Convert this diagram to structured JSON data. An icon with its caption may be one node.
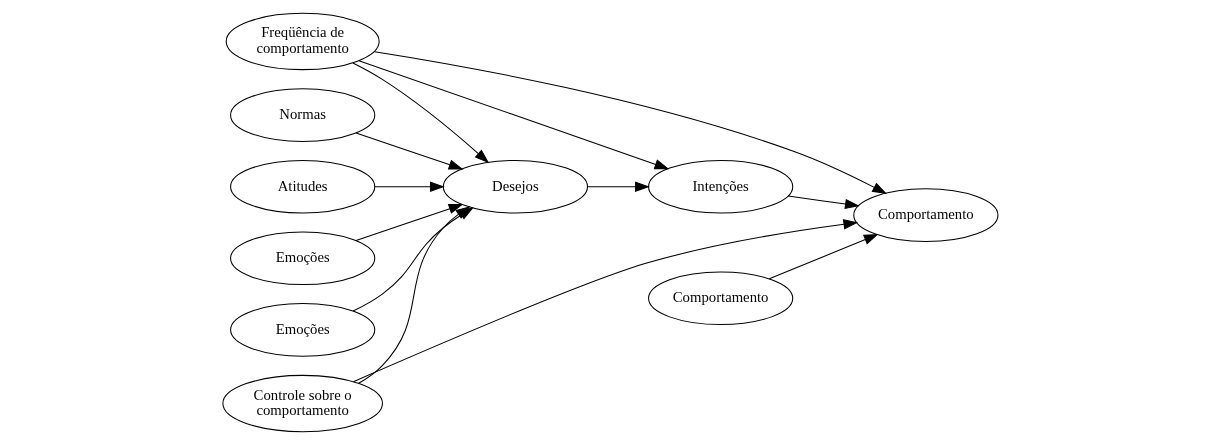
{
  "diagram": {
    "nodes": [
      {
        "text": [
          "Atitudes"
        ]
      },
      {
        "text": [
          "Emoções"
        ]
      },
      {
        "text": [
          "Emoções"
        ]
      },
      {
        "text": [
          "Normas"
        ]
      },
      {
        "text": [
          "Freqüência de comportamento"
        ]
      },
      {
        "text": [
          "Desejos"
        ]
      },
      {
        "text": [
          "Controle sobre o comportamento"
        ]
      },
      {
        "text": [
          "Intenções"
        ]
      },
      {
        "text": [
          "Comportamento"
        ]
      },
      {
        "text": [
          "Comportamento"
        ]
      }
    ],
    "edges": [
      {
        "from": 0,
        "to": 5,
        "arrow": "to"
      },
      {
        "from": 1,
        "to": 5,
        "arrow": "to"
      },
      {
        "from": 2,
        "to": 5,
        "arrow": "to"
      },
      {
        "from": 3,
        "to": 5,
        "arrow": "to"
      },
      {
        "from": 4,
        "to": 5,
        "arrow": "to"
      },
      {
        "from": 4,
        "to": 7,
        "arrow": "to"
      },
      {
        "from": 4,
        "to": 8,
        "arrow": "to"
      },
      {
        "from": 5,
        "to": 7,
        "arrow": "to"
      },
      {
        "from": 7,
        "to": 8,
        "arrow": "to"
      },
      {
        "from": 6,
        "to": 5,
        "arrow": "to"
      },
      {
        "from": 6,
        "to": 8,
        "arrow": "to"
      },
      {
        "from": 9,
        "to": 8,
        "arrow": "to"
      }
    ]
  }
}
